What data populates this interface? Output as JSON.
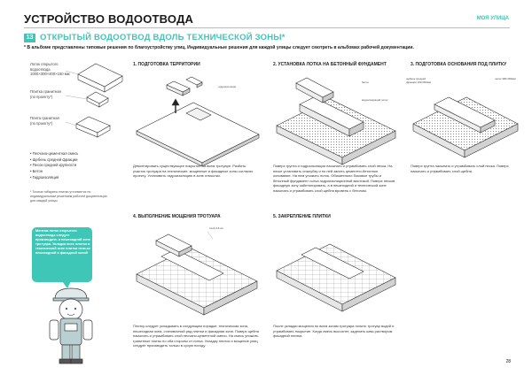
{
  "header": {
    "title": "УСТРОЙСТВО ВОДООТВОДА",
    "brand": "МОЯ УЛИЦА"
  },
  "section": {
    "number": "13",
    "title": "ОТКРЫТЫЙ ВОДООТВОД ВДОЛЬ ТЕХНИЧЕСКОЙ ЗОНЫ*",
    "note": "* В альбоме представлены типовые решения по благоустройству улиц. Индивидуальные решения для каждой улицы следует смотреть в альбомах рабочей документации."
  },
  "legend": {
    "item1": [
      "Лоток открытого",
      "водоотвода",
      "1000×300×400×150 мм"
    ],
    "item2": [
      "Плитка гранитная",
      "(по проекту*)"
    ],
    "item3": [
      "Плита гранитная",
      "(по проекту*)"
    ],
    "materials": [
      "• Песчано-цементная смесь",
      "• Щебень средней фракции",
      "• Песок средней крупности",
      "• Бетон",
      "• Гидроизоляция"
    ],
    "footnote": "* Точные габариты плитки уточняются по индивидуальным решениям рабочей документации для каждой улицы"
  },
  "steps": [
    {
      "title": "1. ПОДГОТОВКА ТЕРРИТОРИИ",
      "text": "Демонтировать существующее покрытие на всем тротуаре. Разбить участок тротуара на технические, мощенные и фасадные зоны согласно проекту. Установить гидроизоляцию в зоне отмостки."
    },
    {
      "title": "2. УСТАНОВКА ЛОТКА НА БЕТОННЫЙ ФУНДАМЕНТ",
      "text": "Поверх грунта и гидроизоляции насыпать и утрамбовать слой песка. На песке установить опалубку и по ней залить цементно-бетонное основание. На нем уложить лоток. Обязательно боковые трубы и бетонный фундамент лотка гидроизоляционной мастикой. Поверх песков фасадную зону забетонировать, а в пешеходной и технической зоне насыпать и утрамбовать слой щебня вровень с бетоном."
    },
    {
      "title": "3. ПОДГОТОВКА ОСНОВАНИЯ ПОД ПЛИТКУ",
      "text": "Поверх грунта насыпать и утрамбовать слой песка. Поверх насыпать и утрамбовать слой щебня."
    },
    {
      "title": "4. ВЫПОЛНЕНИЕ МОЩЕНИЯ ТРОТУАРА",
      "text": "Плитку следует укладывать в следующем порядке: техническая зона, пешеходная зона, становочный ряд плитки и фасадная зона. Поверх щебня насыпать и утрамбовать слой песчано-цементной смеси. На смесь уложить гранитные плиты по оба стороны от лотка. Укладку плиток и мощение улиц следует производить только в сухую погоду."
    },
    {
      "title": "5. ЗАКРЕПЛЕНИЕ ПЛИТКИ",
      "text": "После укладки мощения по всем зонам тротуара полить тротуар водой и утрамбовать покрытие. Когда смесь высохнет, заделать швы раствором фасадной плитки."
    }
  ],
  "labels": {
    "hydro": "гидроизоляция",
    "concrete": "бетон",
    "drain": "водоотводящий лоток",
    "gravel": "щебень средней фракции 100×300мм",
    "sand": "песок 300×300мм",
    "layer": "слой 3-5 см"
  },
  "worker_note": "Монтаж лоток открытого водоотвода следует производить в пешеходной зоне тротуара. Укладка всех плиток в технической зоне плитки нельзя пешеходной и фасадной зоной",
  "page_number": "28"
}
